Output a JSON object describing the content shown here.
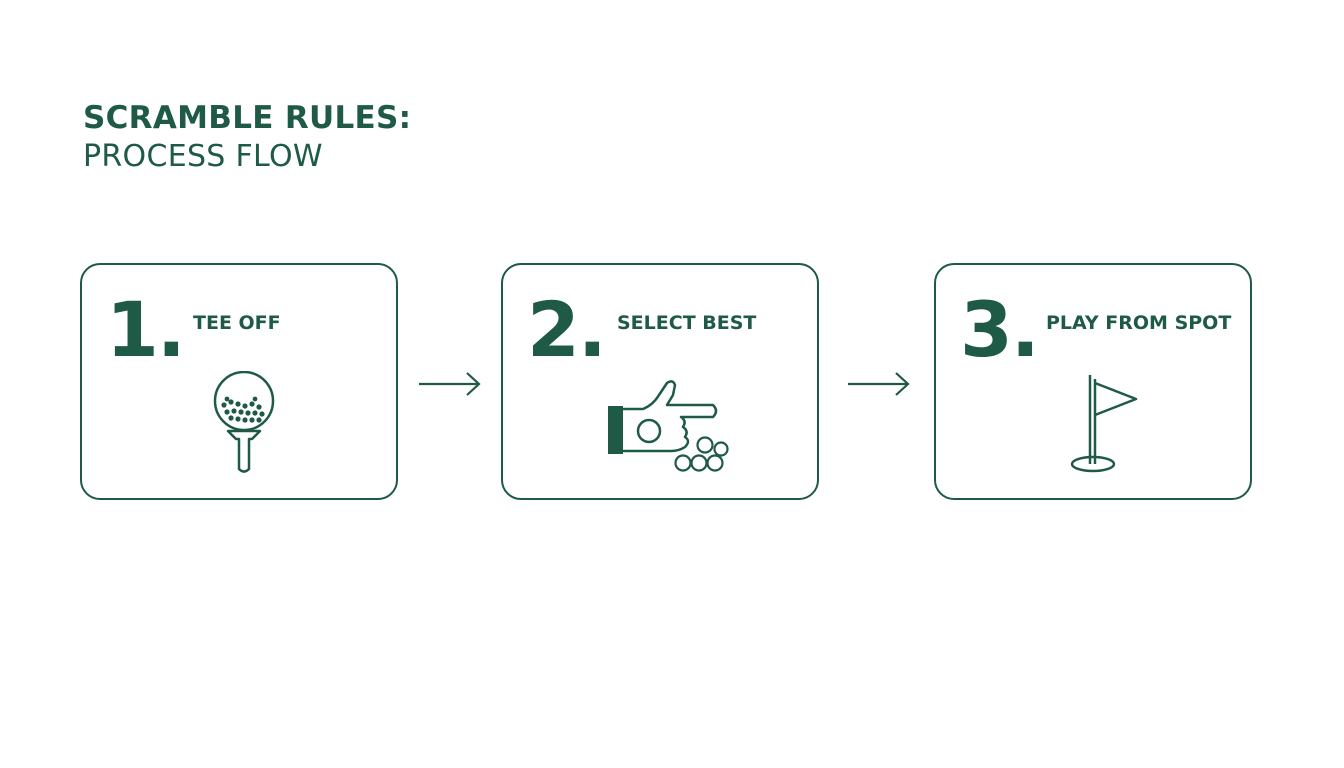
{
  "header": {
    "title": "SCRAMBLE RULES:",
    "subtitle": "PROCESS FLOW"
  },
  "steps": [
    {
      "number": "1.",
      "label": "TEE OFF",
      "icon": "golf-ball-on-tee-icon"
    },
    {
      "number": "2.",
      "label": "SELECT BEST",
      "icon": "hand-pointing-at-balls-icon"
    },
    {
      "number": "3.",
      "label": "PLAY FROM SPOT",
      "icon": "flag-in-hole-icon"
    }
  ],
  "connectors": [
    "right-arrow-icon",
    "right-arrow-icon"
  ],
  "colors": {
    "primary": "#1e5a45",
    "background": "#ffffff"
  }
}
